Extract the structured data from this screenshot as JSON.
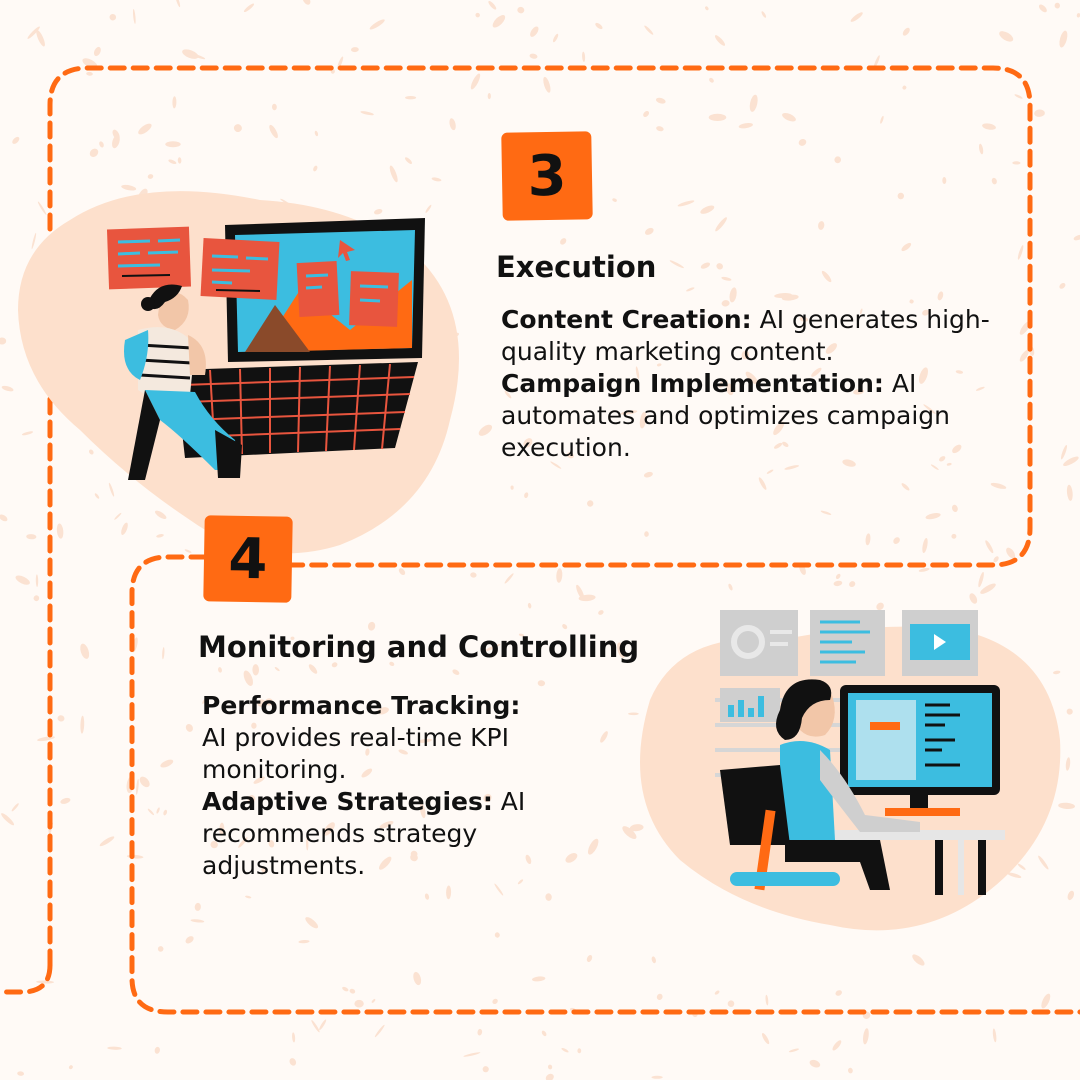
{
  "steps": [
    {
      "number": "3",
      "title": "Execution",
      "items": [
        {
          "label": "Content Creation:",
          "text": " AI generates high-quality marketing content."
        },
        {
          "label": "Campaign Implementation:",
          "text": " AI automates and optimizes campaign execution."
        }
      ],
      "illustration": "woman-with-laptop-illustration"
    },
    {
      "number": "4",
      "title": "Monitoring and Controlling",
      "items": [
        {
          "label": "Performance Tracking:",
          "text": " AI provides real-time KPI monitoring."
        },
        {
          "label": "Adaptive Strategies:",
          "text": " AI recommends strategy adjustments."
        }
      ],
      "illustration": "woman-at-desktop-illustration"
    }
  ],
  "colors": {
    "accent": "#ff6a13",
    "blob": "#fde0cc",
    "screen": "#3cbde0",
    "text": "#111111",
    "background": "#fffaf6"
  }
}
